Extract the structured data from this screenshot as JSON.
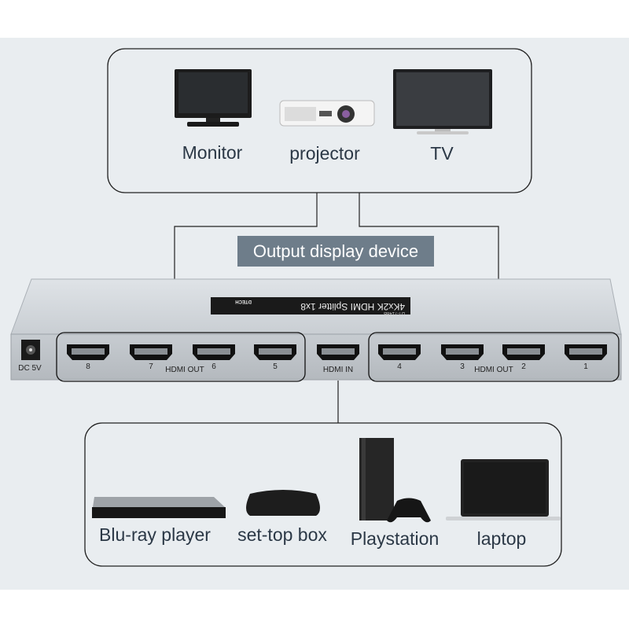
{
  "outputs": {
    "devices": [
      {
        "label": "Monitor",
        "icon": "monitor-icon"
      },
      {
        "label": "projector",
        "icon": "projector-icon"
      },
      {
        "label": "TV",
        "icon": "tv-icon"
      }
    ],
    "caption": "Output display device"
  },
  "splitter": {
    "brand": "DTECH",
    "title": "4Kx2K HDMI Splitter 1x8",
    "model": "DT-7148B",
    "power_label": "DC 5V",
    "hdmi_out_label": "HDMI OUT",
    "hdmi_in_label": "HDMI IN",
    "left_ports": [
      "8",
      "7",
      "6",
      "5"
    ],
    "right_ports": [
      "4",
      "3",
      "2",
      "1"
    ]
  },
  "inputs": {
    "devices": [
      {
        "label": "Blu-ray player",
        "icon": "bluray-player-icon"
      },
      {
        "label": "set-top box",
        "icon": "set-top-box-icon"
      },
      {
        "label": "Playstation",
        "icon": "playstation-icon"
      },
      {
        "label": "laptop",
        "icon": "laptop-icon"
      }
    ]
  },
  "colors": {
    "background": "#e9edf0",
    "caption_bg": "#6e7d8a",
    "text": "#2b3846"
  }
}
